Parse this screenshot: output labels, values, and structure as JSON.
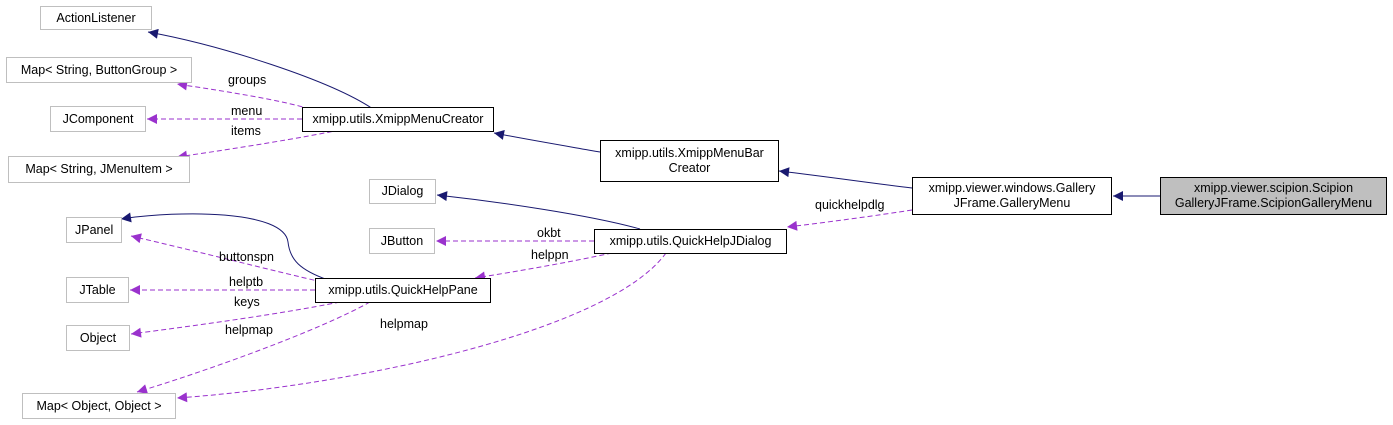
{
  "colors": {
    "inherit": "#191970",
    "usage": "#9a32cd",
    "focus_fill": "#bfbfbf",
    "external_border": "#bfbfbf"
  },
  "nodes": {
    "action_listener": "ActionListener",
    "map_string_buttongroup": "Map< String, ButtonGroup >",
    "jcomponent": "JComponent",
    "map_string_jmenuitem": "Map< String, JMenuItem >",
    "xmipp_menu_creator": "xmipp.utils.XmippMenuCreator",
    "xmipp_menu_bar_creator": [
      "xmipp.utils.XmippMenuBar",
      "Creator"
    ],
    "gallery_menu": [
      "xmipp.viewer.windows.Gallery",
      "JFrame.GalleryMenu"
    ],
    "scipion_gallery_menu": [
      "xmipp.viewer.scipion.Scipion",
      "GalleryJFrame.ScipionGalleryMenu"
    ],
    "jdialog": "JDialog",
    "jbutton": "JButton",
    "quick_help_jdialog": "xmipp.utils.QuickHelpJDialog",
    "jpanel": "JPanel",
    "jtable": "JTable",
    "object": "Object",
    "quick_help_pane": "xmipp.utils.QuickHelpPane",
    "map_object_object": "Map< Object, Object >"
  },
  "edge_labels": {
    "groups": "groups",
    "menu": "menu",
    "items": "items",
    "quickhelpdlg": "quickhelpdlg",
    "okbt": "okbt",
    "helppn": "helppn",
    "buttonspn": "buttonspn",
    "helptb": "helptb",
    "keys": "keys",
    "helpmap_pane": "helpmap",
    "helpmap_dialog": "helpmap"
  }
}
